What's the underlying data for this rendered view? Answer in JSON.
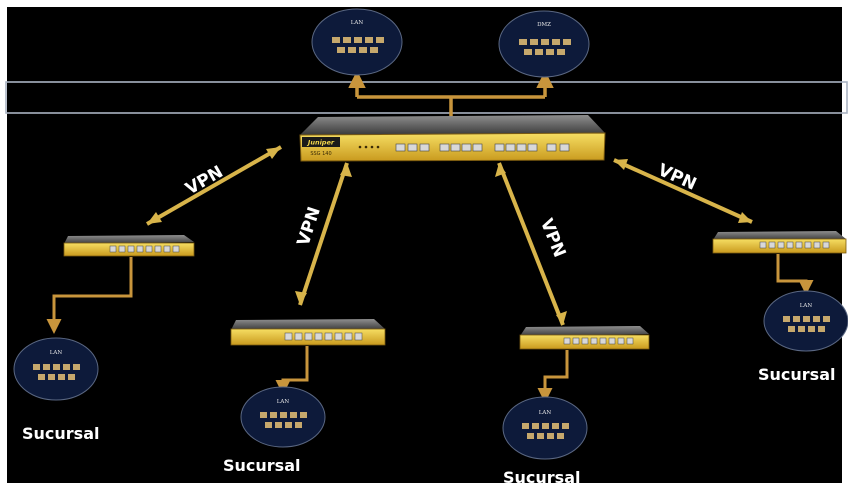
{
  "networks": {
    "top_left": "LAN",
    "top_right": "DMZ",
    "branch_1": "LAN",
    "branch_2": "LAN",
    "branch_3": "LAN",
    "branch_4": "LAN"
  },
  "core_device": {
    "brand": "Juniper",
    "model": "SSG 140"
  },
  "vpn_label": "VPN",
  "branch_label": "Sucursal",
  "colors": {
    "background": "#000000",
    "frame": "#ffffff",
    "connector": "#c8953c",
    "vpn_arrow": "#d8b44a",
    "device_body": "#ebcb38",
    "cloud": "#0d1a3a"
  }
}
